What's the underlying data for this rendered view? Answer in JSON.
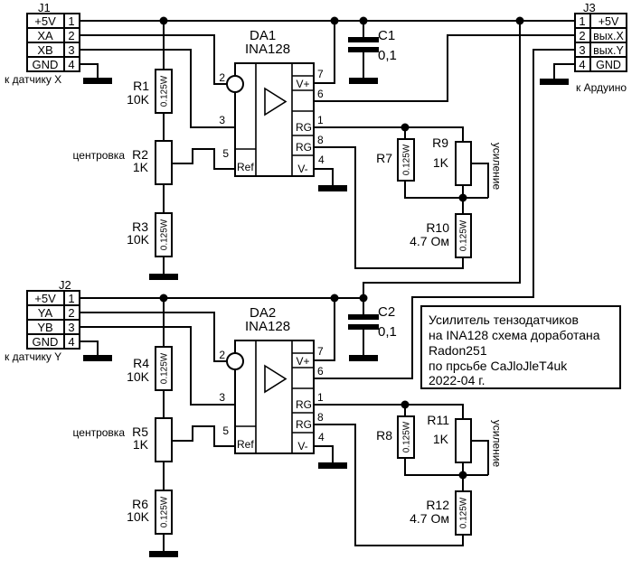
{
  "connectors": {
    "j1": {
      "name": "J1",
      "caption": "к датчику X",
      "rows": [
        {
          "label": "+5V",
          "pin": "1"
        },
        {
          "label": "XA",
          "pin": "2"
        },
        {
          "label": "XB",
          "pin": "3"
        },
        {
          "label": "GND",
          "pin": "4"
        }
      ]
    },
    "j2": {
      "name": "J2",
      "caption": "к датчику Y",
      "rows": [
        {
          "label": "+5V",
          "pin": "1"
        },
        {
          "label": "YA",
          "pin": "2"
        },
        {
          "label": "YB",
          "pin": "3"
        },
        {
          "label": "GND",
          "pin": "4"
        }
      ]
    },
    "j3": {
      "name": "J3",
      "caption": "к Ардуино",
      "rows": [
        {
          "pin": "1",
          "label": "+5V"
        },
        {
          "pin": "2",
          "label": "вых.X"
        },
        {
          "pin": "3",
          "label": "вых.Y"
        },
        {
          "pin": "4",
          "label": "GND"
        }
      ]
    }
  },
  "amplifiers": {
    "da1": {
      "ref": "DA1",
      "part": "INA128",
      "pins": {
        "inv": "2",
        "noninv": "3",
        "ref": "5",
        "vplus": "7",
        "out": "6",
        "rg1": "1",
        "rg2": "8",
        "vminus": "4"
      },
      "cells": {
        "vplus": "V+",
        "rg1": "RG",
        "rg2": "RG",
        "vminus": "V-",
        "ref": "Ref"
      }
    },
    "da2": {
      "ref": "DA2",
      "part": "INA128",
      "pins": {
        "inv": "2",
        "noninv": "3",
        "ref": "5",
        "vplus": "7",
        "out": "6",
        "rg1": "1",
        "rg2": "8",
        "vminus": "4"
      },
      "cells": {
        "vplus": "V+",
        "rg1": "RG",
        "rg2": "RG",
        "vminus": "V-",
        "ref": "Ref"
      }
    }
  },
  "resistors": {
    "r1": {
      "ref": "R1",
      "value": "10K",
      "power": "0.125W"
    },
    "r2": {
      "ref": "R2",
      "value": "1K"
    },
    "r3": {
      "ref": "R3",
      "value": "10K",
      "power": "0.125W"
    },
    "r4": {
      "ref": "R4",
      "value": "10K",
      "power": "0.125W"
    },
    "r5": {
      "ref": "R5",
      "value": "1K"
    },
    "r6": {
      "ref": "R6",
      "value": "10K",
      "power": "0.125W"
    },
    "r7": {
      "ref": "R7",
      "power": "0.125W"
    },
    "r8": {
      "ref": "R8",
      "power": "0.125W"
    },
    "r9": {
      "ref": "R9",
      "value": "1K"
    },
    "r10": {
      "ref": "R10",
      "value": "4.7 Ом",
      "power": "0.125W"
    },
    "r11": {
      "ref": "R11",
      "value": "1K"
    },
    "r12": {
      "ref": "R12",
      "value": "4.7 Ом",
      "power": "0.125W"
    }
  },
  "capacitors": {
    "c1": {
      "ref": "C1",
      "value": "0,1"
    },
    "c2": {
      "ref": "C2",
      "value": "0,1"
    }
  },
  "annotations": {
    "centering_x": "центровка",
    "centering_y": "центровка",
    "gain_x": "усиление",
    "gain_y": "усиление"
  },
  "note": {
    "lines": [
      "Усилитель тензодатчиков",
      "на INA128 схема доработана",
      "Radon251",
      "по прсьбе CaJloJleT4uk",
      "2022-04 г."
    ]
  },
  "colors": {
    "ink": "#000000",
    "paper": "#ffffff"
  }
}
